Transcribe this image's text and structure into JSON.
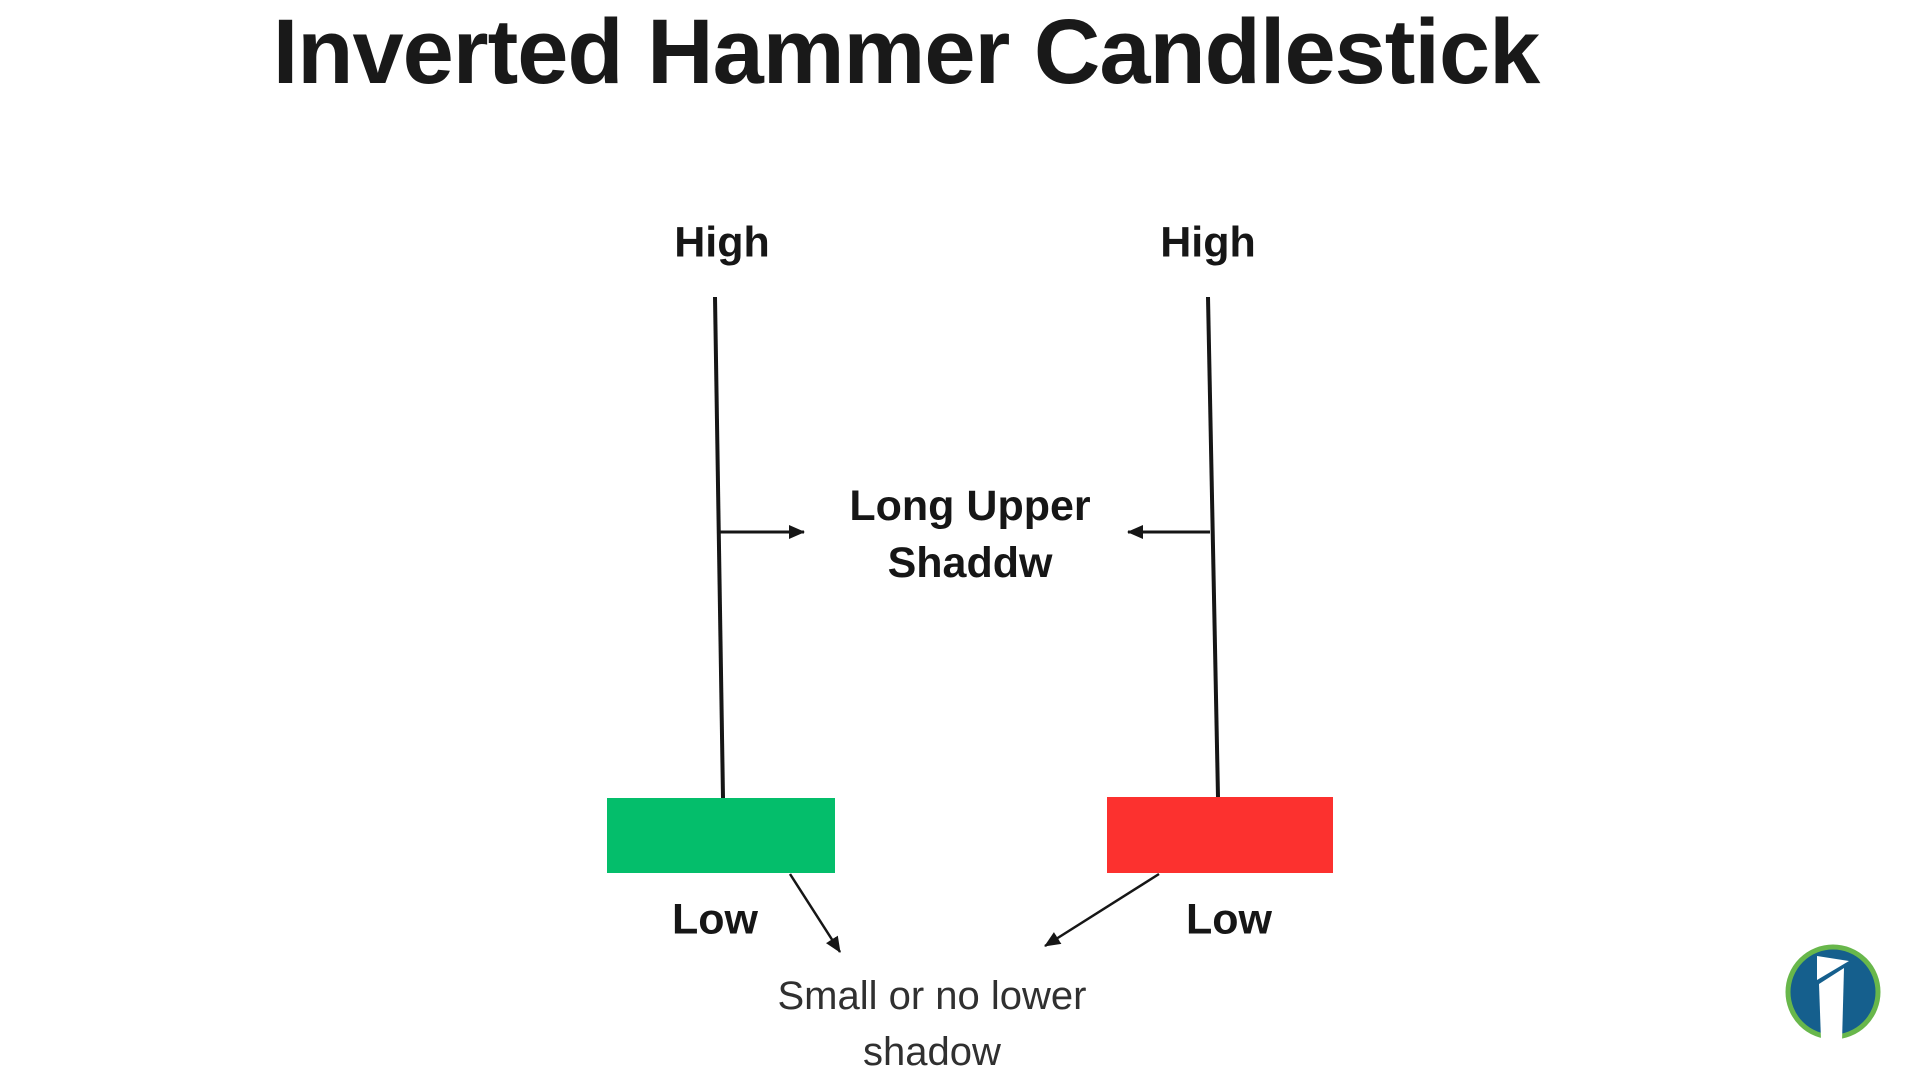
{
  "title": "Inverted Hammer Candlestick",
  "colors": {
    "ink": "#161616",
    "bullish_body": "#04BE6B",
    "bearish_body": "#FC312F",
    "annotation_text": "#303030",
    "logo_blue": "#155F8D",
    "logo_green": "#68B74B",
    "logo_letter": "#ffffff"
  },
  "candles": {
    "bullish": {
      "high_label": "High",
      "low_label": "Low"
    },
    "bearish": {
      "high_label": "High",
      "low_label": "Low"
    }
  },
  "annotations": {
    "upper_shadow": {
      "line1": "Long Upper",
      "line2": "Shaddw"
    },
    "lower_shadow": {
      "line1": "Small or no lower",
      "line2": "shadow"
    }
  },
  "logo": {
    "name": "investopedia-logo",
    "letter": "i"
  }
}
